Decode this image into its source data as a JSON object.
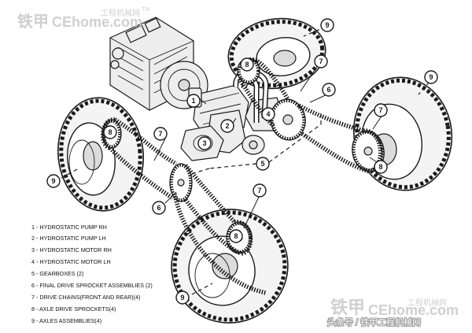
{
  "callouts": {
    "c1": "1",
    "c2": "2",
    "c3": "3",
    "c4": "4",
    "c5": "5",
    "c6a": "6",
    "c6b": "6",
    "c7a": "7",
    "c7b": "7",
    "c7c": "7",
    "c8a": "8",
    "c8b": "8",
    "c8c": "8",
    "c8d": "8",
    "c9a": "9",
    "c9b": "9",
    "c9c": "9",
    "c9d": "9"
  },
  "legend": [
    "1 - HYDROSTATIC PUMP RH",
    "2 - HYDROSTATIC PUMP LH",
    "3 - HYDROSTATIC MOTOR RH",
    "4 - HYDROSTATIC MOTOR LH",
    "5 - GEARBOXES (2)",
    "6 - FINAL DRIVE SPROCKET ASSEMBLIES (2)",
    "7 - DRIVE CHAINS(FRONT AND REAR)(4)",
    "8 - AXLE DRIVE SPROCKETS(4)",
    "9 - AXLES ASSEMBLIES(4)"
  ],
  "watermark": {
    "top_main": "铁甲",
    "top_latin": "CEhome.com",
    "top_cn": "工程机械网",
    "tm": "TM",
    "bottom_main": "铁甲",
    "bottom_latin": "CEhome.com",
    "bottom_cn": "工程机械网"
  },
  "attribution": "头条号 / 铁甲工程机械网"
}
